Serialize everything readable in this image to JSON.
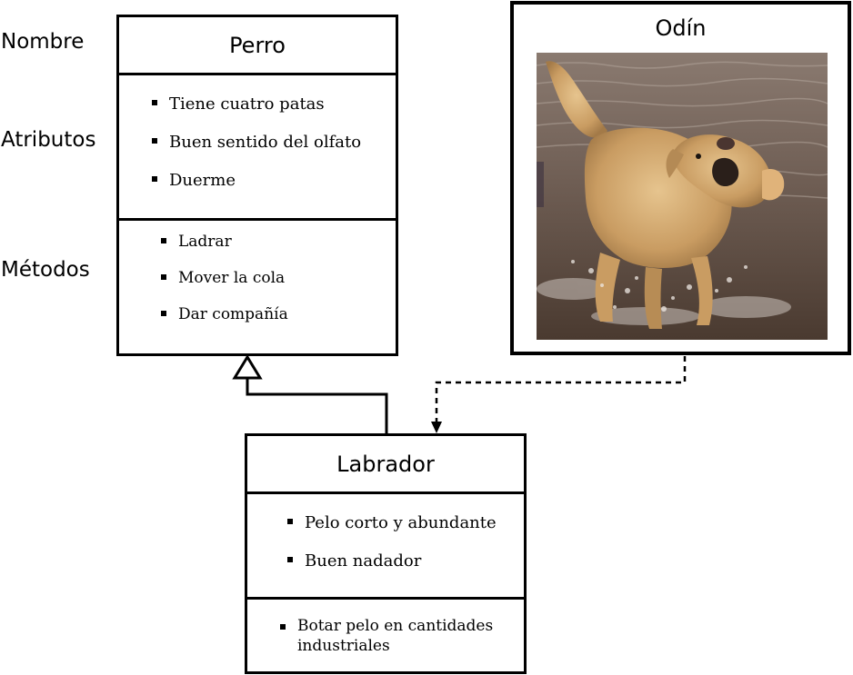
{
  "labels": {
    "name": "Nombre",
    "attributes": "Atributos",
    "methods": "Métodos"
  },
  "perro": {
    "name": "Perro",
    "attributes": [
      "Tiene cuatro patas",
      "Buen sentido del olfato",
      "Duerme"
    ],
    "methods": [
      "Ladrar",
      "Mover la cola",
      "Dar compañía"
    ]
  },
  "odin": {
    "name": "Odín",
    "photo_icon": "dog-photo-icon"
  },
  "labrador": {
    "name": "Labrador",
    "attributes": [
      "Pelo corto y abundante",
      "Buen nadador"
    ],
    "methods": [
      "Botar pelo en cantidades industriales"
    ]
  },
  "relations": {
    "inheritance": "Labrador to Perro (hollow triangle arrow)",
    "instance": "Odín to Labrador (dashed arrow)"
  }
}
